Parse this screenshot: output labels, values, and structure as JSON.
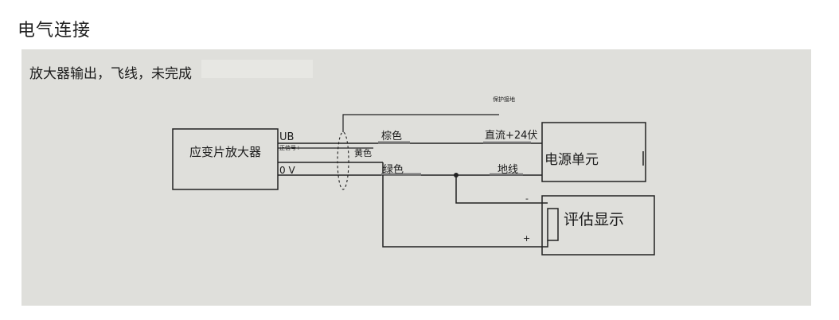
{
  "page": {
    "title": "电气连接",
    "caption": "放大器输出，飞线，未完成"
  },
  "diagram": {
    "amplifier": "应变片放大器",
    "power_unit": "电源单元",
    "display": "评估显示",
    "terminals": {
      "ub": "UB",
      "signal_plus": "正信号+",
      "zero_v": "0 V"
    },
    "wires": {
      "brown": "棕色",
      "yellow": "黄色",
      "green": "绿色",
      "dc24": "直流+24伏",
      "ground": "地线",
      "shield_ground": "保护接地"
    },
    "polarity": {
      "minus": "-",
      "plus": "+"
    }
  }
}
